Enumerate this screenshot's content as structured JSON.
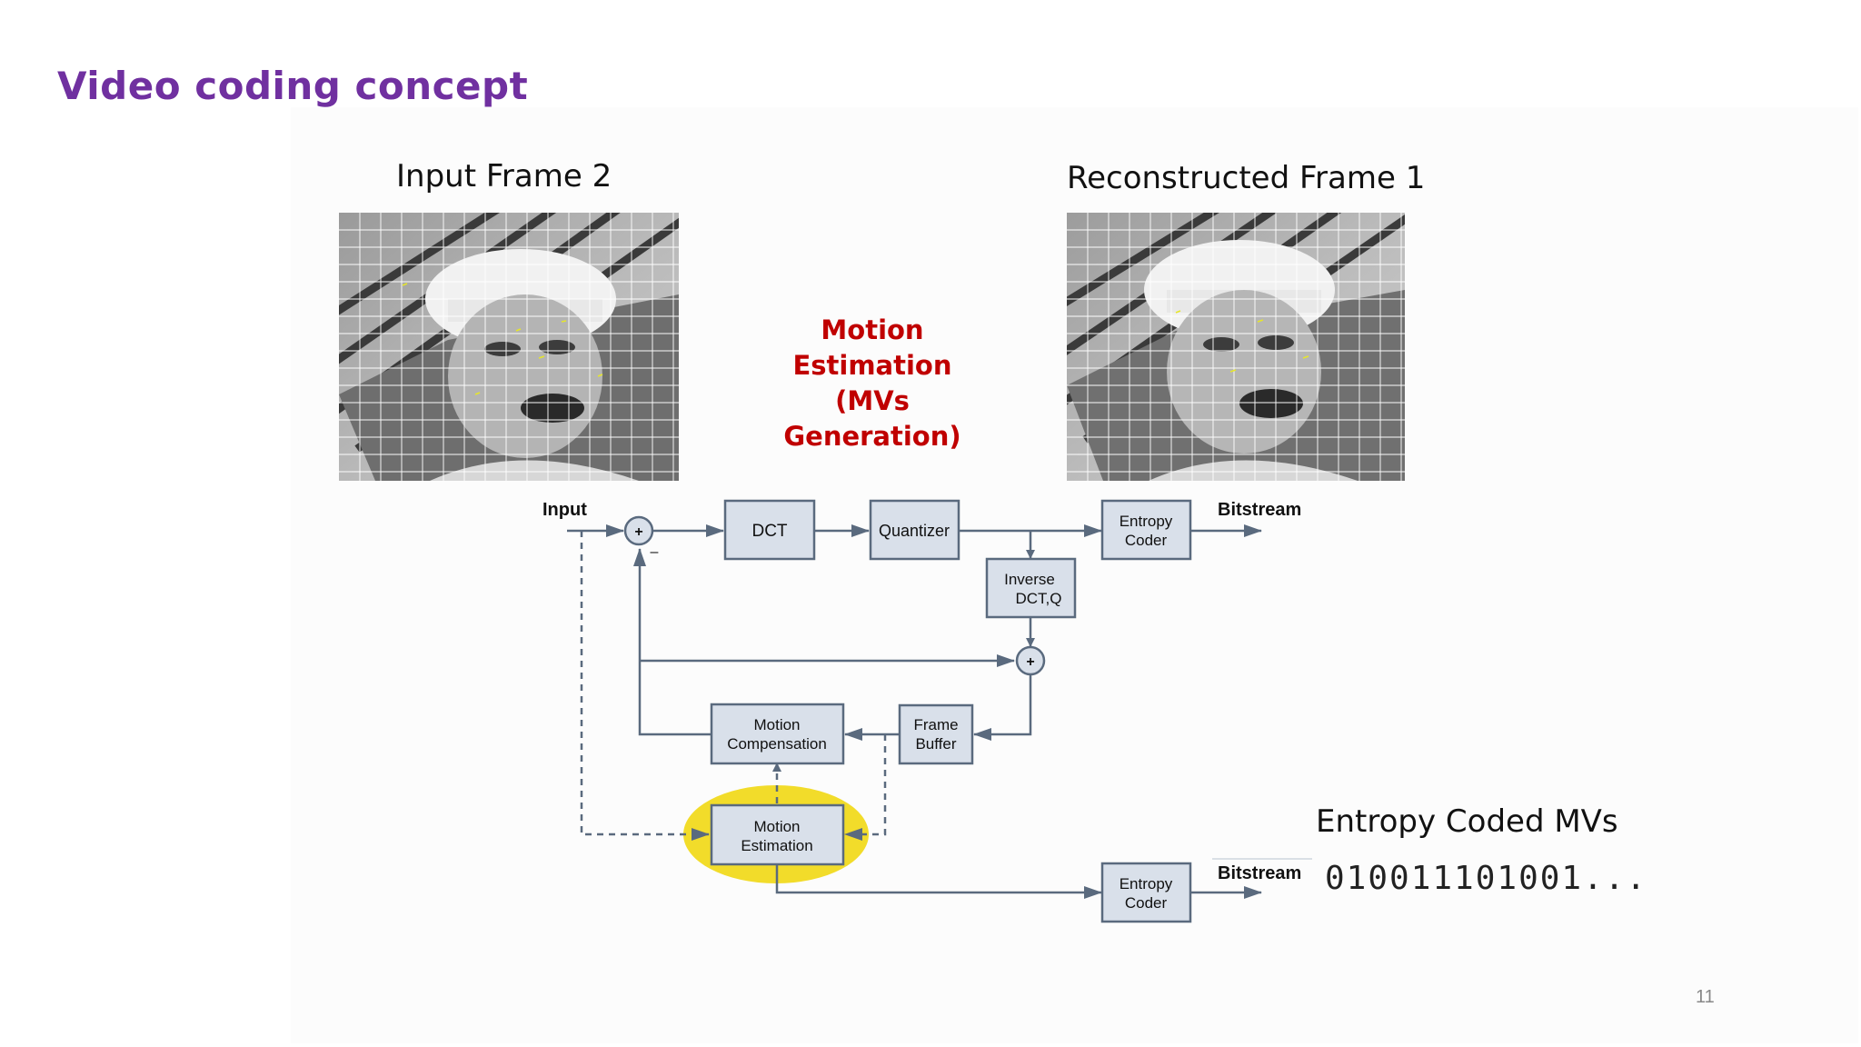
{
  "slide": {
    "title": "Video coding concept",
    "page_number": "11"
  },
  "frames": {
    "input_caption": "Input Frame 2",
    "reconstructed_caption": "Reconstructed Frame 1"
  },
  "highlight": {
    "line1": "Motion Estimation",
    "line2": "(MVs Generation)",
    "color": "#c00000"
  },
  "diagram": {
    "input_label": "Input",
    "bitstream_label": "Bitstream",
    "bitstream_label_2": "Bitstream",
    "plus": "+",
    "minus": "–",
    "blocks": {
      "dct": "DCT",
      "quantizer": "Quantizer",
      "entropy_coder_top_1": "Entropy",
      "entropy_coder_top_2": "Coder",
      "inverse_1": "Inverse",
      "inverse_2": "DCT,Q",
      "frame_buffer_1": "Frame",
      "frame_buffer_2": "Buffer",
      "motion_comp_1": "Motion",
      "motion_comp_2": "Compensation",
      "motion_est_1": "Motion",
      "motion_est_2": "Estimation",
      "entropy_coder_bottom_1": "Entropy",
      "entropy_coder_bottom_2": "Coder"
    },
    "colors": {
      "block_fill": "#d9e0ea",
      "block_stroke": "#5a6a7e",
      "line": "#5a6a7e",
      "ellipse": "#f2dc2a",
      "title": "#7030a0"
    }
  },
  "mvs": {
    "caption": "Entropy Coded MVs",
    "bits": "010011101001..."
  }
}
